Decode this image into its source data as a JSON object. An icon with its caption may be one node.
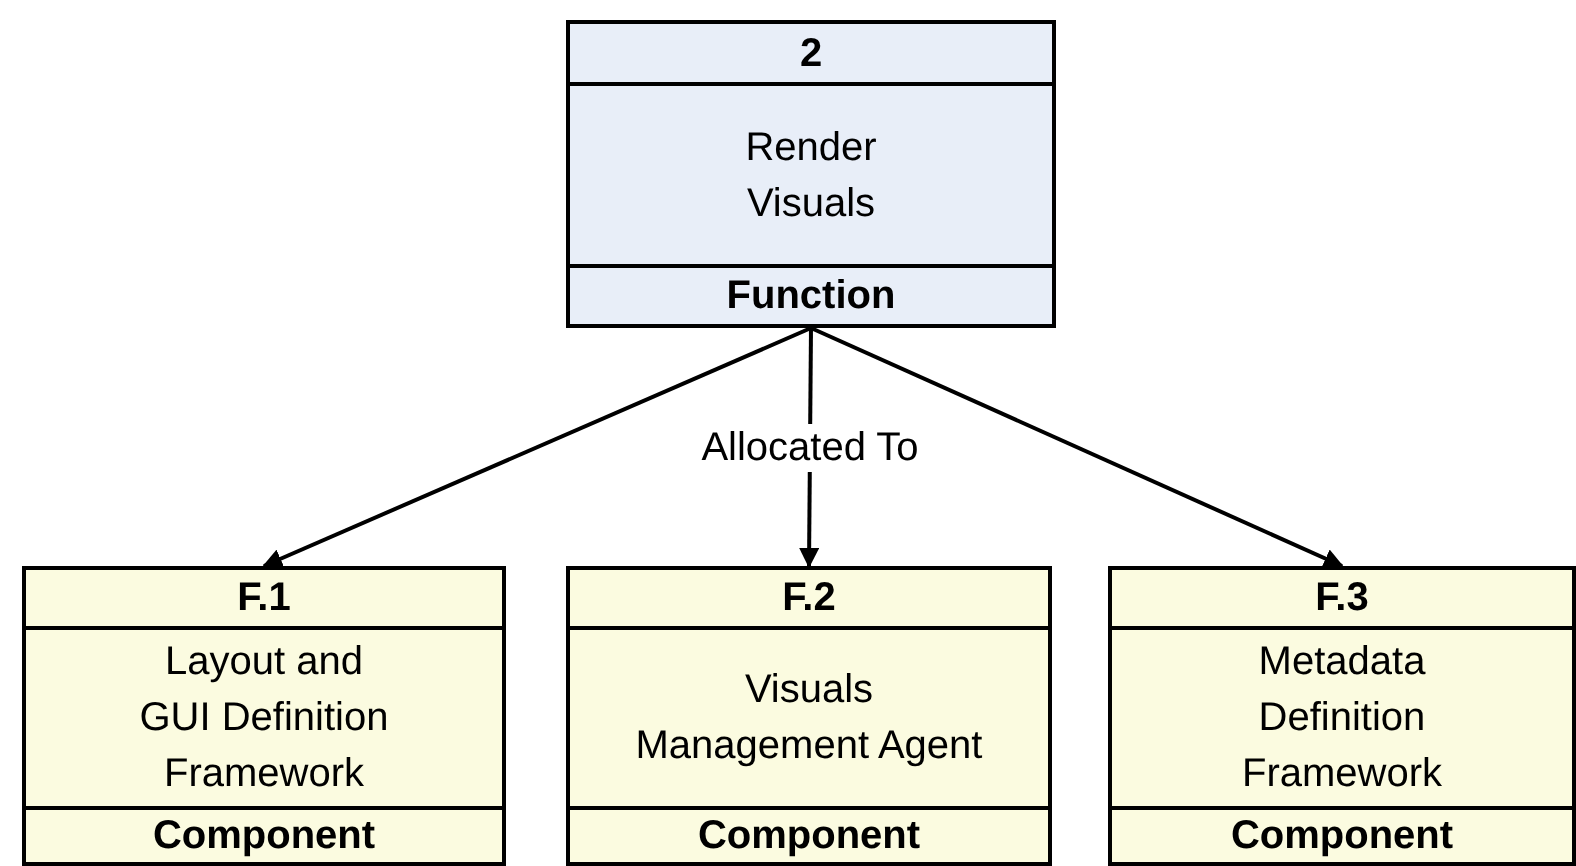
{
  "diagram": {
    "nodes": [
      {
        "text": [
          "2",
          "Render Visuals",
          "Function"
        ]
      },
      {
        "text": [
          "F.1",
          "Layout and GUI Definition Framework",
          "Component"
        ]
      },
      {
        "text": [
          "F.2",
          "Visuals Management Agent",
          "Component"
        ]
      },
      {
        "text": [
          "F.3",
          "Metadata Definition Framework",
          "Component"
        ]
      }
    ],
    "edges": [
      {
        "from": 0,
        "to": 1,
        "arrow": "to"
      },
      {
        "from": 0,
        "to": 2,
        "arrow": "to",
        "label": "Allocated To"
      },
      {
        "from": 0,
        "to": 3,
        "arrow": "to"
      }
    ]
  }
}
